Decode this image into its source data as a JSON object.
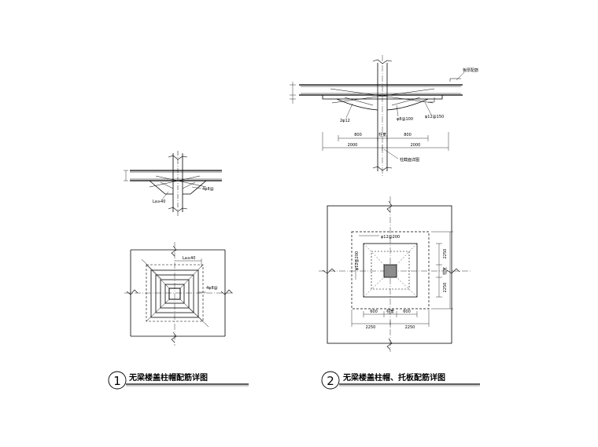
{
  "detail_1": {
    "number": "1",
    "title": "无梁楼盖柱帽配筋详图",
    "labels": {
      "anchor_left": "La≥40",
      "anchor_right": "4φ8@",
      "plan_top": "La≥40",
      "plan_right": "4φ8@"
    }
  },
  "detail_2": {
    "number": "2",
    "title": "无梁楼盖柱帽、托板配筋详图",
    "section_labels": {
      "top_right": "板厚配筋",
      "bar_left": "2φ12",
      "bar_mid": "φ8@100",
      "bar_right": "φ12@150",
      "column_note": "柱截面详图"
    },
    "dims_section_upper": [
      "800",
      "柱宽",
      "800"
    ],
    "dims_section_lower": [
      "2000",
      "2000"
    ],
    "dims_plan_bottom_upper": [
      "600",
      "柱宽",
      "600"
    ],
    "dims_plan_bottom_lower": [
      "2250",
      "2250"
    ],
    "dims_plan_right": [
      "2250",
      "柱宽",
      "2250"
    ],
    "plan_labels": {
      "top": "φ12@200",
      "left": "φ12@200"
    }
  }
}
